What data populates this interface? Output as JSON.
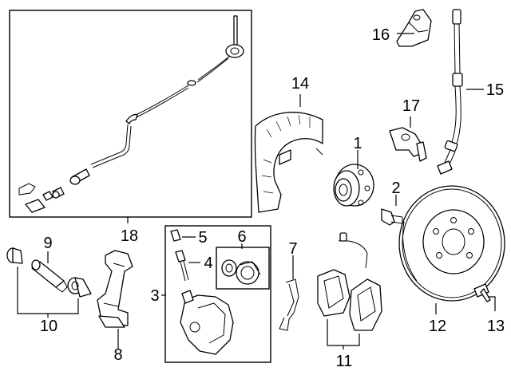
{
  "diagram": {
    "type": "exploded-parts-diagram",
    "callouts": [
      {
        "id": "1",
        "text": "1"
      },
      {
        "id": "2",
        "text": "2"
      },
      {
        "id": "3",
        "text": "3"
      },
      {
        "id": "4",
        "text": "4"
      },
      {
        "id": "5",
        "text": "5"
      },
      {
        "id": "6",
        "text": "6"
      },
      {
        "id": "7",
        "text": "7"
      },
      {
        "id": "8",
        "text": "8"
      },
      {
        "id": "9",
        "text": "9"
      },
      {
        "id": "10",
        "text": "10"
      },
      {
        "id": "11",
        "text": "11"
      },
      {
        "id": "12",
        "text": "12"
      },
      {
        "id": "13",
        "text": "13"
      },
      {
        "id": "14",
        "text": "14"
      },
      {
        "id": "15",
        "text": "15"
      },
      {
        "id": "16",
        "text": "16"
      },
      {
        "id": "17",
        "text": "17"
      },
      {
        "id": "18",
        "text": "18"
      }
    ]
  }
}
